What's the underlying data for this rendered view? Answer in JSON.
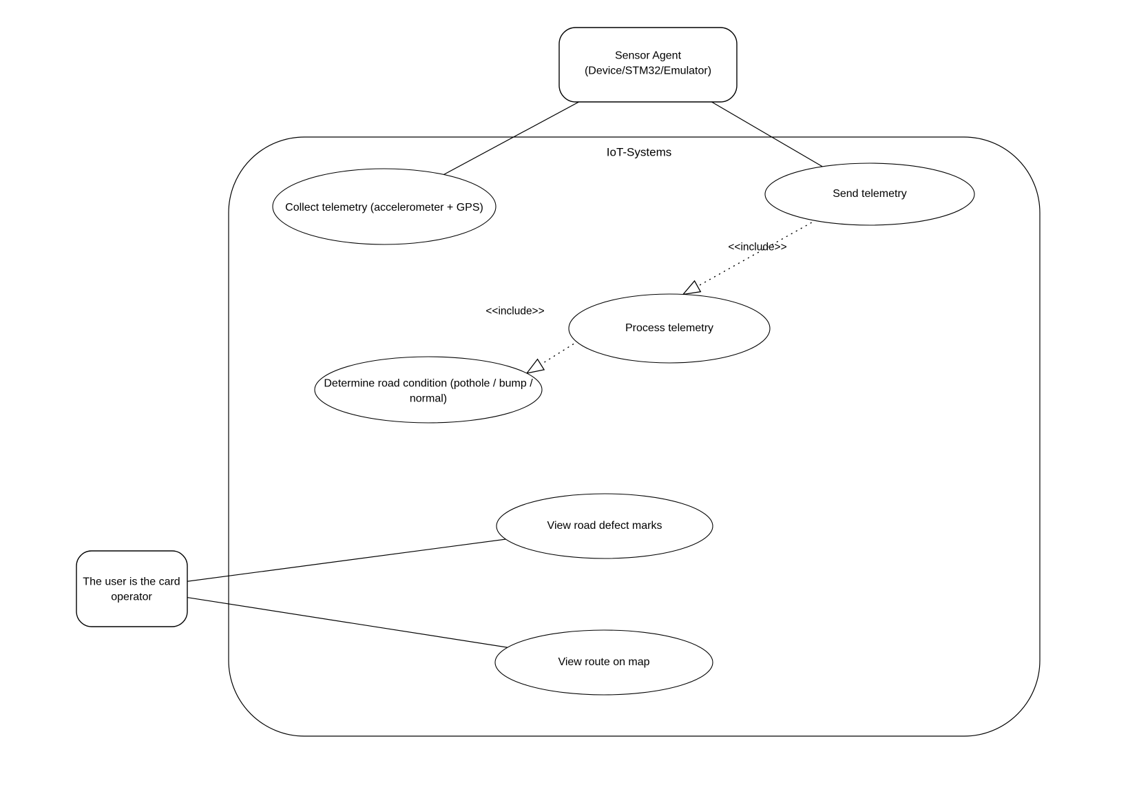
{
  "diagram": {
    "type": "uml-use-case-diagram",
    "system_boundary": {
      "label": "IoT-Systems"
    },
    "actors": [
      {
        "id": "sensor-agent",
        "label": "Sensor Agent (Device/STM32/Emulator)"
      },
      {
        "id": "card-operator",
        "label": "The user is the card operator"
      }
    ],
    "use_cases": [
      {
        "id": "collect-telemetry",
        "label": "Collect telemetry (accelerometer + GPS)"
      },
      {
        "id": "send-telemetry",
        "label": "Send telemetry"
      },
      {
        "id": "process-telemetry",
        "label": "Process telemetry"
      },
      {
        "id": "determine-road-condition",
        "label": "Determine road condition (pothole / bump / normal)"
      },
      {
        "id": "view-road-defect-marks",
        "label": "View road defect marks"
      },
      {
        "id": "view-route-on-map",
        "label": "View route on map"
      }
    ],
    "relationships": [
      {
        "from": "sensor-agent",
        "to": "collect-telemetry",
        "type": "association",
        "style": "solid"
      },
      {
        "from": "sensor-agent",
        "to": "send-telemetry",
        "type": "association",
        "style": "solid"
      },
      {
        "from": "send-telemetry",
        "to": "process-telemetry",
        "type": "include",
        "style": "dotted-open-arrow",
        "label": "<<include>>"
      },
      {
        "from": "process-telemetry",
        "to": "determine-road-condition",
        "type": "include",
        "style": "dotted-open-arrow",
        "label": "<<include>>"
      },
      {
        "from": "card-operator",
        "to": "view-road-defect-marks",
        "type": "association",
        "style": "solid"
      },
      {
        "from": "card-operator",
        "to": "view-route-on-map",
        "type": "association",
        "style": "solid"
      }
    ],
    "colors": {
      "stroke": "#000000",
      "shape_fill": "#ffffff",
      "background": "#ffffff"
    }
  }
}
